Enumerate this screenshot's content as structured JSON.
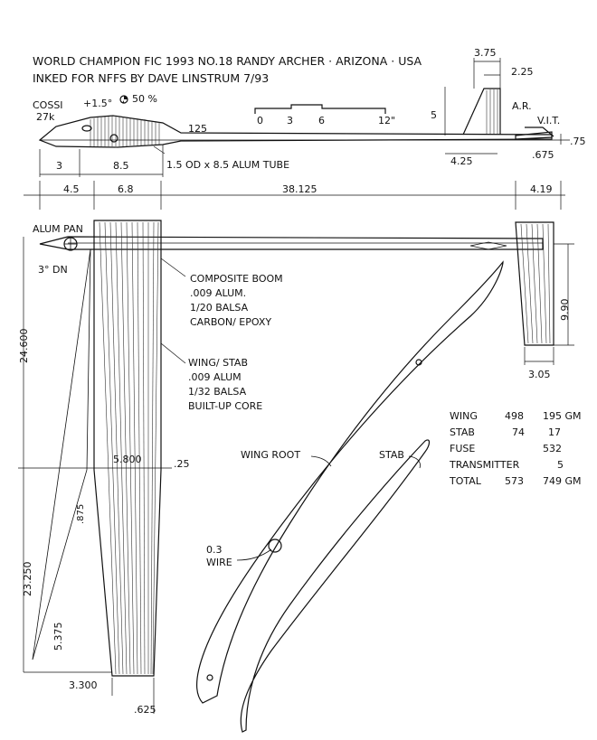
{
  "header": {
    "line1": "WORLD CHAMPION FIC 1993 NO.18  RANDY ARCHER · ARIZONA · USA",
    "line2": "INKED FOR NFFS BY DAVE LINSTRUM  7/93"
  },
  "side_view": {
    "cossi": "COSSI",
    "cossi_k": "27k",
    "incidence": "+1.5°",
    "cg_pct": "50 %",
    "d_125": "125",
    "d_3": "3",
    "d_85": "8.5",
    "tube_note": "1.5 OD x 8.5 ALUM TUBE",
    "scale_0": "0",
    "scale_3": "3",
    "scale_6": "6",
    "scale_12": "12\"",
    "fin_height": "5",
    "fin_top": "3.75",
    "fin_tip": "2.25",
    "ar_label": "A.R.",
    "vit_label": "V.I.T.",
    "d_075": ".75",
    "d_425": "4.25",
    "d_0675": ".675"
  },
  "overall_dims": {
    "d_45": "4.5",
    "d_68": "6.8",
    "d_38125": "38.125",
    "d_419": "4.19"
  },
  "plan_view": {
    "alum_pan": "ALUM PAN",
    "dihedral": "3° DN",
    "composite_boom": [
      "COMPOSITE BOOM",
      ".009 ALUM.",
      "1/20 BALSA",
      "CARBON/ EPOXY"
    ],
    "wing_stab": [
      "WING/ STAB",
      ".009 ALUM",
      "1/32 BALSA",
      "BUILT-UP CORE"
    ],
    "span_inner": "24.600",
    "span_outer": "23.250",
    "chord_mid": "5.800",
    "d_25": ".25",
    "d_875": ".875",
    "d_5375": "5.375",
    "tip_chord": "3.300",
    "d_625": ".625",
    "stab_span": "9.90",
    "stab_chord": "3.05"
  },
  "airfoils": {
    "wing_root": "WING ROOT",
    "stab": "STAB",
    "wire": [
      "0.3",
      "WIRE"
    ]
  },
  "weights": {
    "rows": [
      {
        "part": "WING",
        "a": "498",
        "b": "195 GM"
      },
      {
        "part": "STAB",
        "a": "74",
        "b": "17"
      },
      {
        "part": "FUSE",
        "a": "",
        "b": "532"
      },
      {
        "part": "TRANSMITTER",
        "a": "",
        "b": "5"
      },
      {
        "part": "TOTAL",
        "a": "573",
        "b": "749 GM"
      }
    ]
  }
}
